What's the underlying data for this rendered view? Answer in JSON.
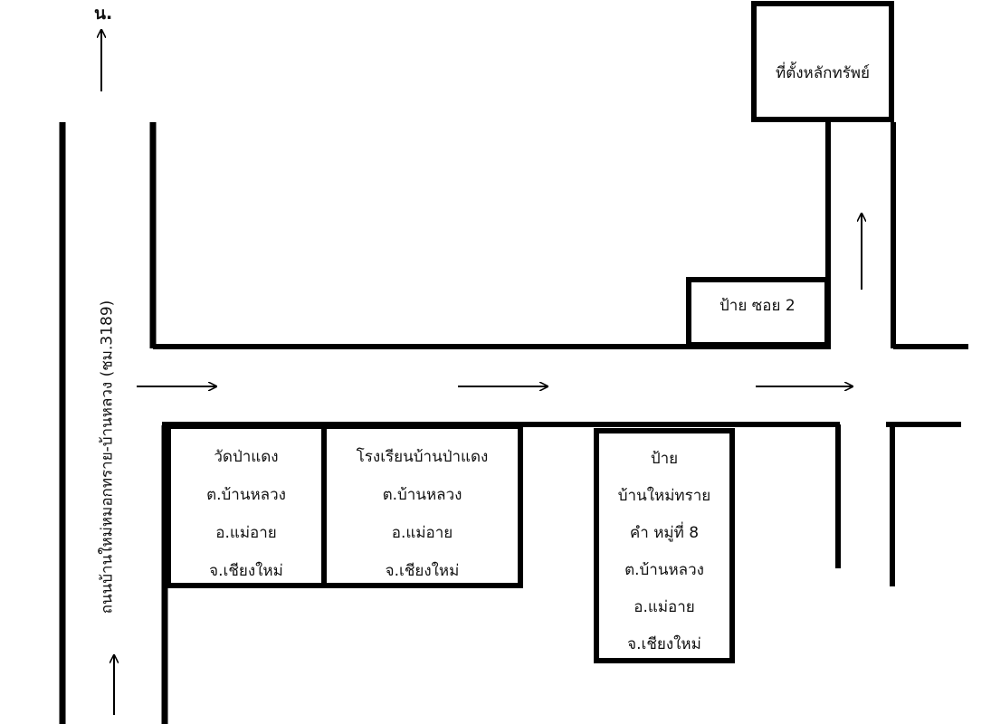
{
  "north_label": "น.",
  "road_label": "ถนนบ้านใหม่หมอกทราย-บ้านหลวง (ชม.3189)",
  "property_label": "ที่ตั้งหลักทรัพย์",
  "soi_sign": "ป้าย ซอย 2",
  "wat": {
    "lines": [
      "วัดป่าแดง",
      "ต.บ้านหลวง",
      "อ.แม่อาย",
      "จ.เชียงใหม่"
    ]
  },
  "school": {
    "lines": [
      "โรงเรียนบ้านป่าแดง",
      "ต.บ้านหลวง",
      "อ.แม่อาย",
      "จ.เชียงใหม่"
    ]
  },
  "village_sign": {
    "lines": [
      "ป้าย",
      "บ้านใหม่ทราย",
      "คำ หมู่ที่ 8",
      "ต.บ้านหลวง",
      "อ.แม่อาย",
      "จ.เชียงใหม่"
    ]
  },
  "colors": {
    "line": "#000000",
    "background": "#ffffff"
  },
  "icons": [
    "north-arrow-icon",
    "direction-arrow-icon"
  ]
}
